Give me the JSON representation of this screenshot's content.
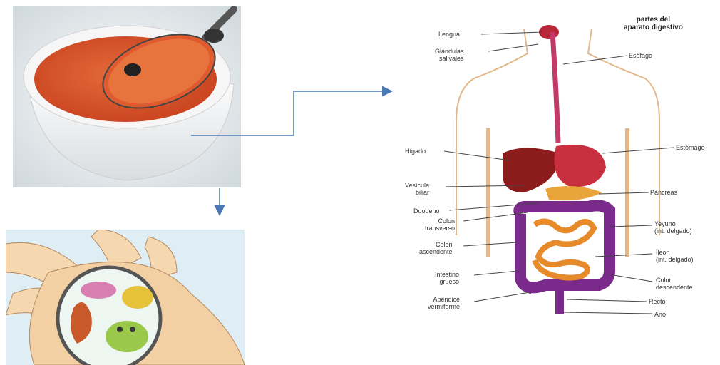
{
  "title": {
    "line1": "partes del",
    "line2": "aparato digestivo"
  },
  "labels": {
    "lengua": "Lengua",
    "glandulas": "Glándulas\nsalivales",
    "esofago": "Esófago",
    "higado": "Hígado",
    "estomago": "Estómago",
    "vesicula": "Vesícula\nbiliar",
    "pancreas": "Páncreas",
    "duodeno": "Duodeno",
    "colon_transverso": "Colon\ntransverso",
    "yeyuno": "Yeyuno\n(int. delgado)",
    "colon_ascendente": "Colon\nascendente",
    "ileon": "Íleon\n(int. delgado)",
    "intestino_grueso": "Intestino\ngrueso",
    "colon_descendente": "Colon\ndescendente",
    "apendice": "Apéndice\nvermiforme",
    "recto": "Recto",
    "ano": "Ano"
  },
  "colors": {
    "arrow": "#4a78b5",
    "soup": "#d8552c",
    "bowl": "#eeeeee",
    "organ_red": "#b8283a",
    "liver": "#8c1c1c",
    "pancreas": "#e9a43a",
    "colon": "#7a2a8a",
    "small_intestine": "#e78a2a",
    "skin": "#f5d7b0",
    "esophagus": "#c23a6a"
  },
  "icons": {
    "soup": "soup-bowl-illustration",
    "hand": "hand-with-bacteria-illustration",
    "digestive": "digestive-system-illustration"
  }
}
